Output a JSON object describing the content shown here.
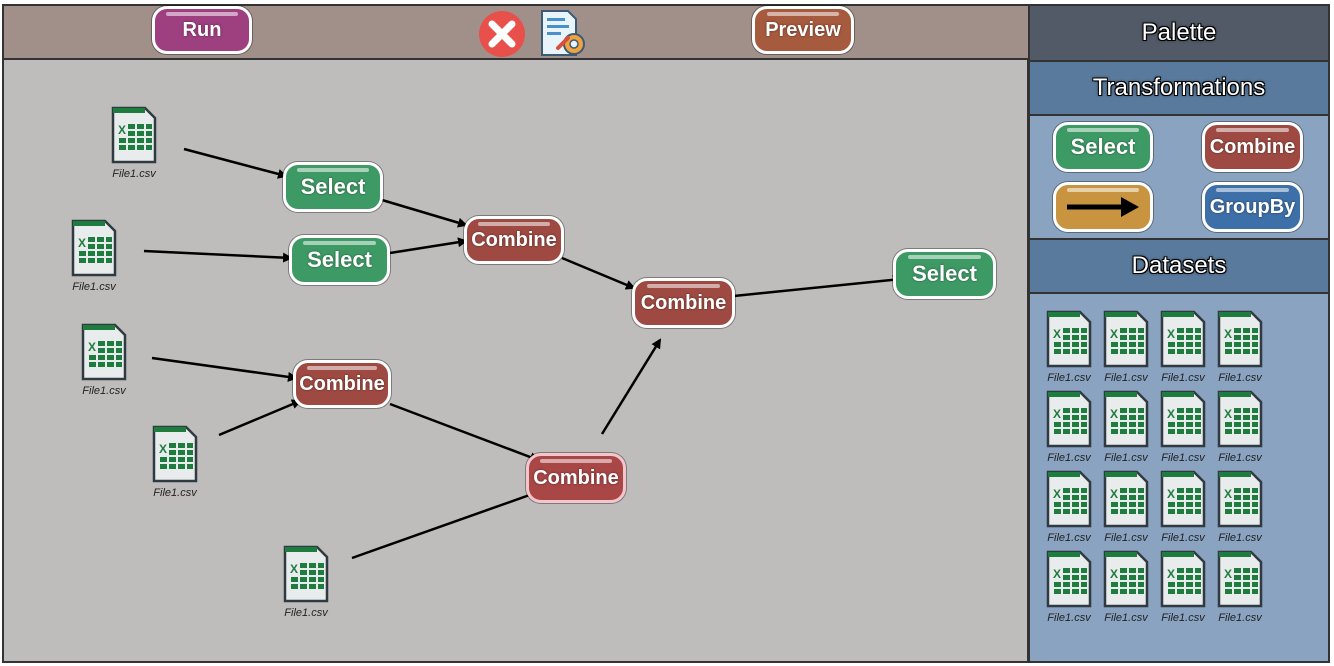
{
  "toolbar": {
    "run_label": "Run",
    "preview_label": "Preview",
    "delete_icon": "close-icon",
    "settings_icon": "document-settings-icon"
  },
  "canvas": {
    "files": [
      {
        "label": "File1.csv"
      },
      {
        "label": "File1.csv"
      },
      {
        "label": "File1.csv"
      },
      {
        "label": "File1.csv"
      },
      {
        "label": "File1.csv"
      }
    ],
    "nodes": [
      {
        "label": "Select"
      },
      {
        "label": "Select"
      },
      {
        "label": "Combine"
      },
      {
        "label": "Combine"
      },
      {
        "label": "Select"
      },
      {
        "label": "Combine"
      },
      {
        "label": "Combine"
      }
    ]
  },
  "palette": {
    "title": "Palette",
    "transformations_title": "Transformations",
    "select_label": "Select",
    "combine_label": "Combine",
    "arrow_icon": "arrow-right-icon",
    "groupby_label": "GroupBy",
    "datasets_title": "Datasets",
    "datasets": [
      "File1.csv",
      "File1.csv",
      "File1.csv",
      "File1.csv",
      "File1.csv",
      "File1.csv",
      "File1.csv",
      "File1.csv",
      "File1.csv",
      "File1.csv",
      "File1.csv",
      "File1.csv",
      "File1.csv",
      "File1.csv",
      "File1.csv",
      "File1.csv"
    ]
  },
  "colors": {
    "select": "#3e9a65",
    "combine": "#9e4a42",
    "groupby": "#3d6fa8",
    "arrow": "#c89440",
    "run": "#9e3f80",
    "preview": "#a65a3e",
    "excel_green": "#1e7c3f"
  }
}
